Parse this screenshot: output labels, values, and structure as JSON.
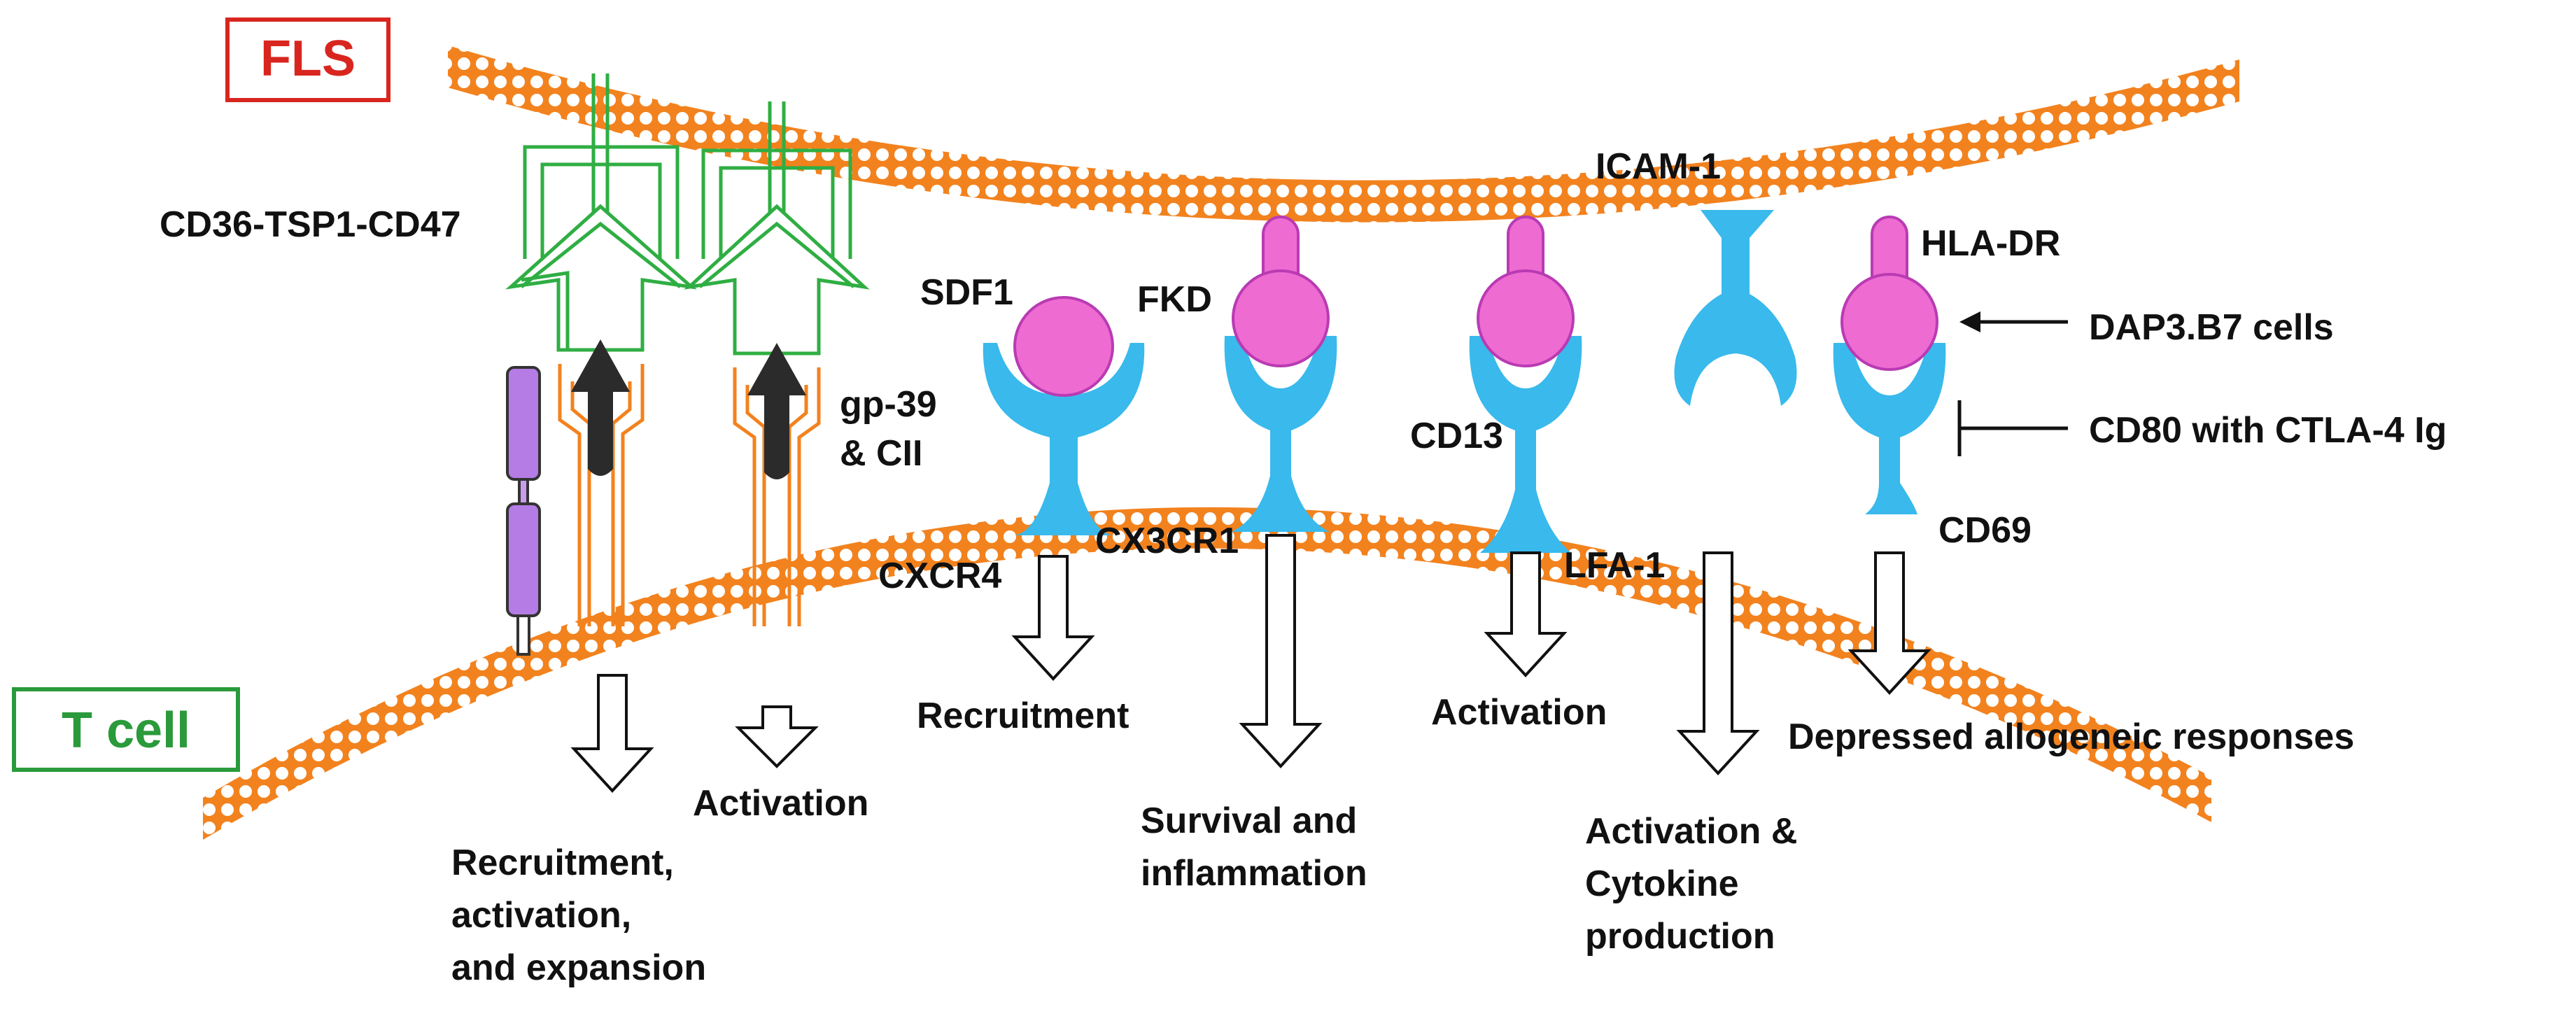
{
  "colors": {
    "membrane": "#f2821e",
    "membrane_fill": "#ffffff",
    "receptor_blue": "#39b9ec",
    "ligand_pink": "#ee6bd2",
    "ligand_outline": "#b93bb3",
    "tsp_green": "#2fae43",
    "cd36_orange": "#f2821e",
    "purple": "#b57ce6",
    "arrow_dark": "#2b2b2b",
    "fls_red": "#d8261f",
    "tcell_green": "#2a9a3a"
  },
  "cells": {
    "fls": "FLS",
    "tcell": "T cell"
  },
  "molecules": {
    "cd36_tsp1_cd47": "CD36-TSP1-CD47",
    "gp39": "gp-39",
    "cii": "& CII",
    "sdf1": "SDF1",
    "fkd": "FKD",
    "icam1": "ICAM-1",
    "hla_dr": "HLA-DR",
    "cxcr4": "CXCR4",
    "cx3cr1": "CX3CR1",
    "cd13": "CD13",
    "lfa1": "LFA-1",
    "cd69": "CD69"
  },
  "modulators": {
    "dap3": "DAP3.B7 cells",
    "cd80": "CD80 with CTLA-4 Ig"
  },
  "outcomes": {
    "recruit_act_exp": [
      "Recruitment,",
      "activation,",
      "and expansion"
    ],
    "activation_1": "Activation",
    "recruitment": "Recruitment",
    "survival": [
      "Survival and",
      "inflammation"
    ],
    "activation_2": "Activation",
    "activation_cytokine": [
      "Activation &",
      "Cytokine",
      "production"
    ],
    "depressed": "Depressed allogeneic responses"
  },
  "icons": [
    "membrane-bilayer",
    "receptor-cup",
    "ligand-lollipop",
    "down-arrow",
    "activation-arrow",
    "inhibition-bar"
  ]
}
